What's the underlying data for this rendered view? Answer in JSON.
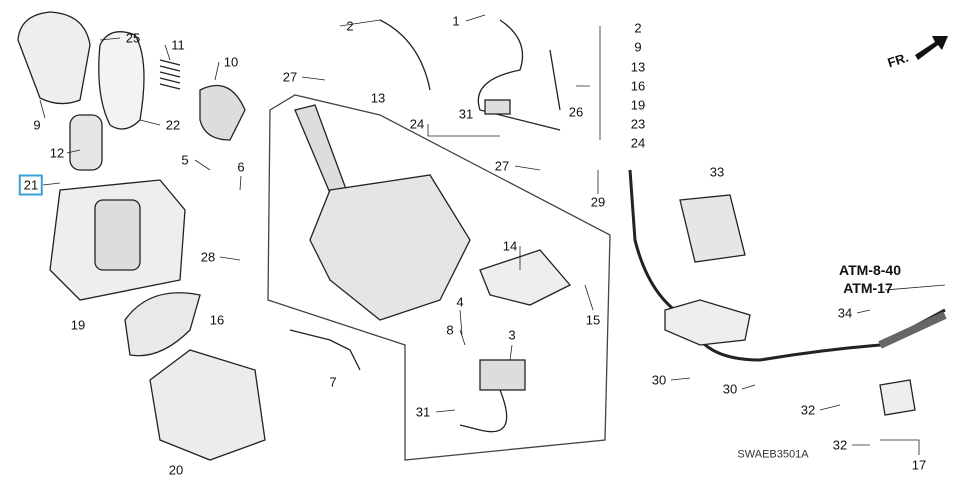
{
  "diagram": {
    "callouts": [
      "25",
      "11",
      "10",
      "9",
      "22",
      "12",
      "5",
      "6",
      "21",
      "28",
      "19",
      "16",
      "7",
      "20",
      "2",
      "1",
      "27",
      "13",
      "31",
      "24",
      "26",
      "27",
      "29",
      "33",
      "14",
      "15",
      "4",
      "8",
      "3",
      "31",
      "30",
      "30",
      "32",
      "32",
      "34",
      "17"
    ],
    "common_parts_list": [
      "2",
      "9",
      "13",
      "16",
      "19",
      "23",
      "24"
    ],
    "references": [
      "ATM-8-40",
      "ATM-17"
    ],
    "direction_label": "FR.",
    "diagram_code": "SWAEB3501A",
    "highlighted_callout": "21",
    "highlight_color": "#3aa0d8"
  }
}
